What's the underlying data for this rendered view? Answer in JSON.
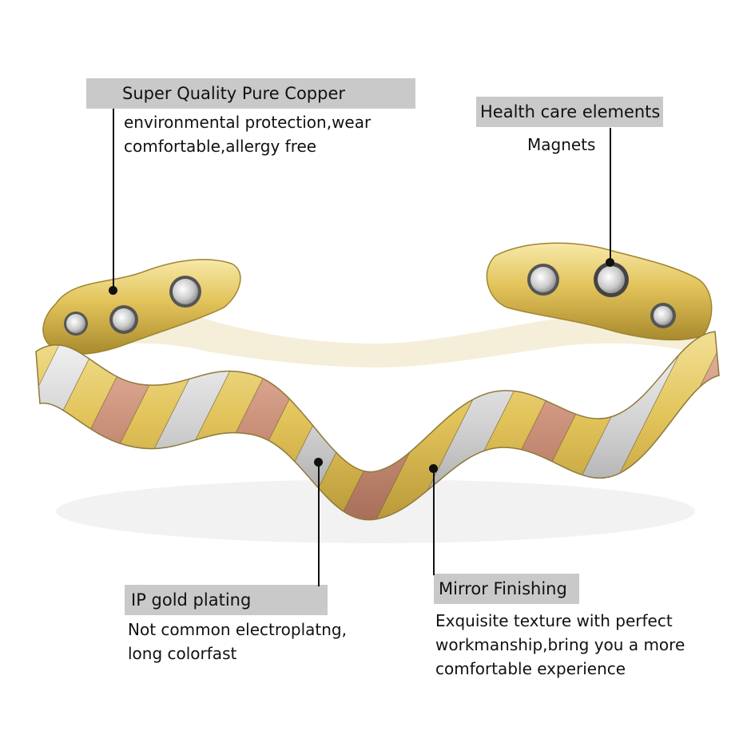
{
  "callouts": {
    "copper": {
      "title": "Super Quality Pure Copper",
      "lines": [
        "environmental protection,wear",
        "comfortable,allergy free"
      ]
    },
    "health": {
      "title": "Health care elements",
      "lines": [
        "Magnets"
      ]
    },
    "gold": {
      "title": "IP gold plating",
      "lines": [
        "Not common electroplatng,",
        "long colorfast"
      ]
    },
    "mirror": {
      "title": "Mirror Finishing",
      "lines": [
        "Exquisite texture with perfect",
        "workmanship,bring you a more",
        "comfortable experience"
      ]
    }
  },
  "colors": {
    "label_bg": "#c9c9c9",
    "gold": "#e6c65f",
    "silver": "#d4d4d4",
    "rose_copper": "#c98f78",
    "magnet": "#bdbdbd"
  },
  "icons": {
    "bracelet": "magnetic-copper-cuff-bracelet"
  }
}
